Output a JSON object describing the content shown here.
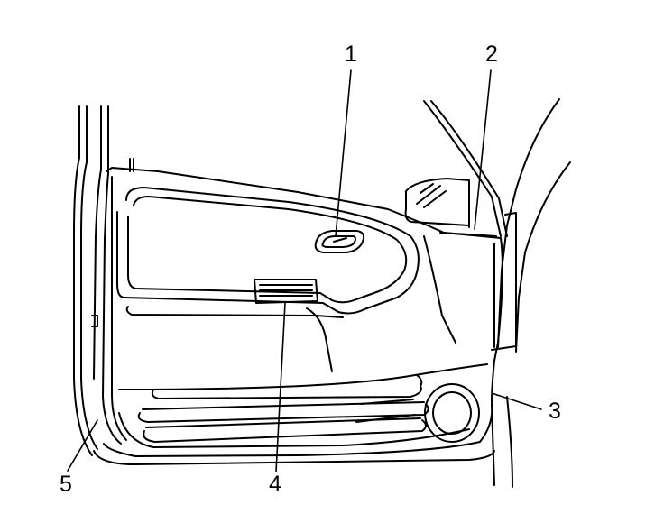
{
  "callouts": {
    "c1": "1",
    "c2": "2",
    "c3": "3",
    "c4": "4",
    "c5": "5"
  },
  "colors": {
    "line": "#000000",
    "background": "#ffffff",
    "window_hatch": "#000000"
  }
}
